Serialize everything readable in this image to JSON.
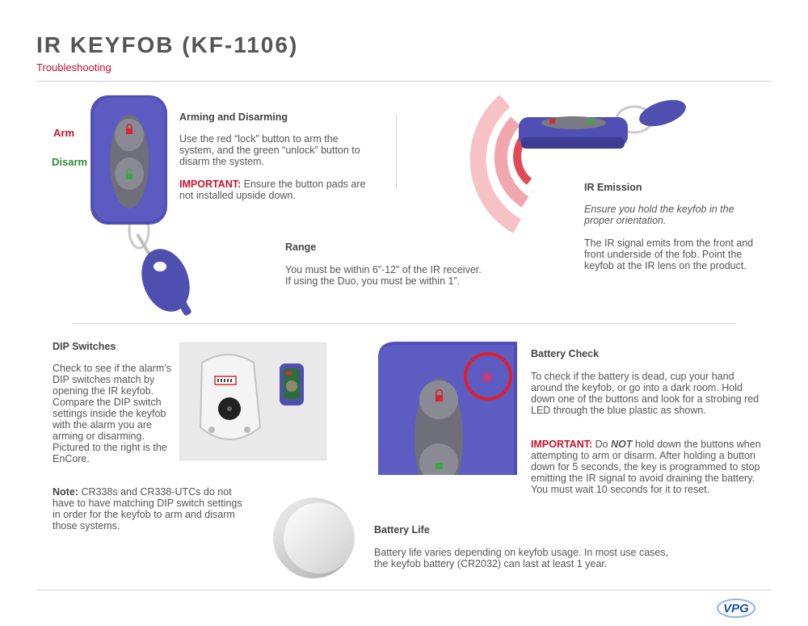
{
  "header": {
    "title": "IR KEYFOB (KF-1106)",
    "subtitle": "Troubleshooting"
  },
  "arming": {
    "arm_label": "Arm",
    "disarm_label": "Disarm",
    "heading": "Arming and Disarming",
    "body": "Use the red “lock” button to arm the system, and the green “unlock” button to disarm the system.",
    "important_label": "IMPORTANT:",
    "important_text": "Ensure the button pads are not installed upside down."
  },
  "range": {
    "heading": "Range",
    "line1": "You must be within 6”-12” of the IR receiver.",
    "line2": "If using the Duo, you must be within 1”."
  },
  "ir_emission": {
    "heading": "IR Emission",
    "italic_text": "Ensure you hold the keyfob in the proper orientation.",
    "body": "The IR signal emits from the front and front underside of the fob. Point the keyfob at the IR lens on the product."
  },
  "dip": {
    "heading": "DIP Switches",
    "body": "Check to see if the alarm’s DIP switches match by opening the IR keyfob. Compare the DIP switch settings inside the keyfob with the alarm you are arming or disarming. Pictured to the right is the EnCore.",
    "note_label": "Note:",
    "note_text": "CR338s and CR338-UTCs do not have to have matching DIP switch settings in order for the keyfob to arm and disarm those systems."
  },
  "battery_check": {
    "heading": "Battery Check",
    "body": "To check if the battery is dead, cup your hand around the keyfob, or go into a dark room. Hold down one of the buttons and look for a strobing red LED through the blue plastic as shown.",
    "important_label": "IMPORTANT:",
    "important_pre": "Do",
    "important_not": "NOT",
    "important_post": "hold down the buttons when attempting to arm or disarm. After holding a button down for 5 seconds, the key is programmed to stop emitting the IR signal to avoid draining the battery. You must wait 10 seconds for it to reset."
  },
  "battery_life": {
    "heading": "Battery Life",
    "body": "Battery life varies depending on keyfob usage. In most use cases, the keyfob battery (CR2032) can last at least 1 year."
  },
  "footer": {
    "logo_text": "VPG"
  },
  "colors": {
    "brand_red": "#c8102e",
    "green": "#2e8b3a",
    "fob_blue": "#4f4fb0"
  }
}
